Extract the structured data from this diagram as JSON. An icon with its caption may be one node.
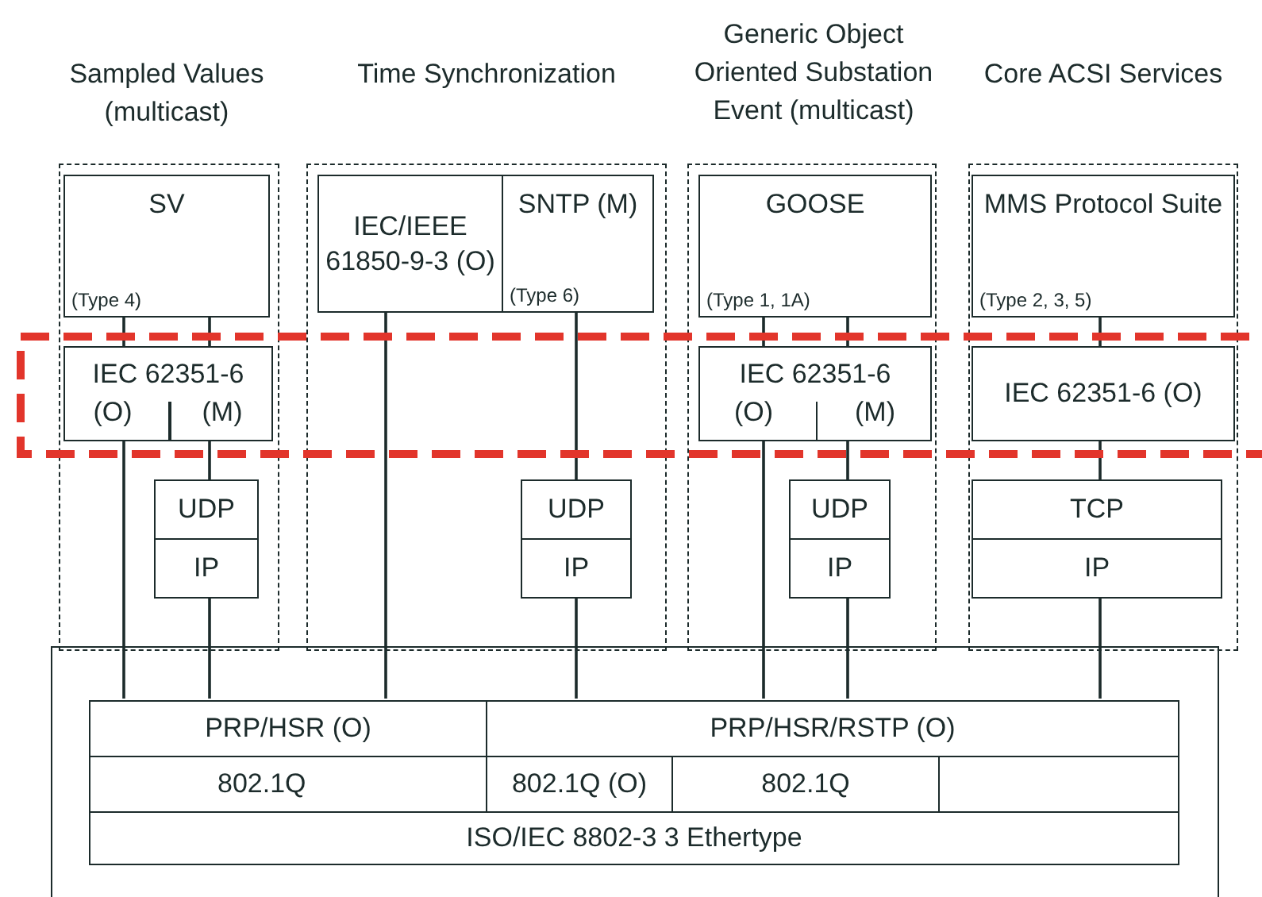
{
  "diagram": {
    "nodes": [
      {
        "text": [
          "Sampled Values (multicast)"
        ]
      },
      {
        "text": [
          "SV",
          "(Type 4)"
        ],
        "in": 0
      },
      {
        "text": [
          "IEC 62351-6",
          "(O)",
          "(M)"
        ],
        "in": 0
      },
      {
        "text": [
          "UDP"
        ],
        "in": 0
      },
      {
        "text": [
          "IP"
        ],
        "in": 0
      },
      {
        "text": [
          "Time Synchronization"
        ]
      },
      {
        "text": [
          "IEC/IEEE 61850-9-3 (O)"
        ],
        "in": 5
      },
      {
        "text": [
          "SNTP (M)",
          "(Type 6)"
        ],
        "in": 5
      },
      {
        "text": [
          "UDP"
        ],
        "in": 5
      },
      {
        "text": [
          "IP"
        ],
        "in": 5
      },
      {
        "text": [
          "Generic Object Oriented Substation Event (multicast)"
        ]
      },
      {
        "text": [
          "GOOSE",
          "(Type 1, 1A)"
        ],
        "in": 10
      },
      {
        "text": [
          "IEC 62351-6",
          "(O)",
          "(M)"
        ],
        "in": 10
      },
      {
        "text": [
          "UDP"
        ],
        "in": 10
      },
      {
        "text": [
          "IP"
        ],
        "in": 10
      },
      {
        "text": [
          "Core ACSI Services"
        ]
      },
      {
        "text": [
          "MMS Protocol Suite",
          "(Type 2, 3, 5)"
        ],
        "in": 15
      },
      {
        "text": [
          "IEC 62351-6 (O)"
        ],
        "in": 15
      },
      {
        "text": [
          "TCP"
        ],
        "in": 15
      },
      {
        "text": [
          "IP"
        ],
        "in": 15
      },
      {
        "text": [],
        "shape": "box"
      },
      {
        "text": [
          "PRP/HSR (O)"
        ],
        "in": 20
      },
      {
        "text": [
          "PRP/HSR/RSTP (O)"
        ],
        "in": 20
      },
      {
        "text": [
          "802.1Q"
        ],
        "in": 20
      },
      {
        "text": [
          "802.1Q (O)"
        ],
        "in": 20
      },
      {
        "text": [
          "802.1Q"
        ],
        "in": 20
      },
      {
        "text": [],
        "shape": "box",
        "in": 20
      },
      {
        "text": [
          "ISO/IEC 8802-3 3 Ethertype"
        ],
        "in": 20
      }
    ],
    "edges": [
      {
        "from": 1,
        "to": 2,
        "arrow": "none"
      },
      {
        "from": 1,
        "to": 2,
        "arrow": "none"
      },
      {
        "from": 2,
        "to": 21,
        "arrow": "none"
      },
      {
        "from": 2,
        "to": 3,
        "arrow": "none"
      },
      {
        "from": 4,
        "to": 21,
        "arrow": "none"
      },
      {
        "from": 6,
        "to": 21,
        "arrow": "none"
      },
      {
        "from": 7,
        "to": 8,
        "arrow": "none"
      },
      {
        "from": 9,
        "to": 22,
        "arrow": "none"
      },
      {
        "from": 11,
        "to": 12,
        "arrow": "none"
      },
      {
        "from": 11,
        "to": 12,
        "arrow": "none"
      },
      {
        "from": 12,
        "to": 22,
        "arrow": "none"
      },
      {
        "from": 12,
        "to": 13,
        "arrow": "none"
      },
      {
        "from": 14,
        "to": 22,
        "arrow": "none"
      },
      {
        "from": 16,
        "to": 17,
        "arrow": "none"
      },
      {
        "from": 17,
        "to": 18,
        "arrow": "none"
      },
      {
        "from": 19,
        "to": 22,
        "arrow": "none"
      }
    ]
  }
}
